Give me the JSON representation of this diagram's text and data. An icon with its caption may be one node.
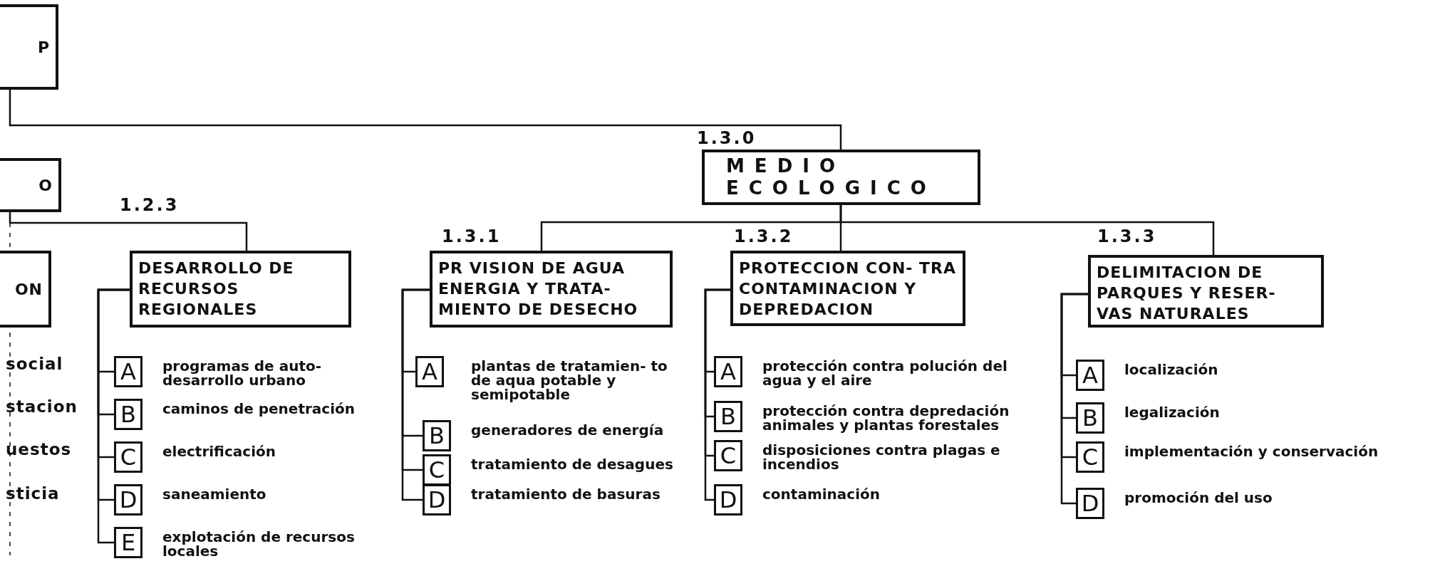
{
  "diagram": {
    "nodes": [
      {
        "text": [
          "P"
        ]
      },
      {
        "text": [
          "O"
        ]
      },
      {
        "text": [
          "ON"
        ]
      },
      {
        "text": [
          "MEDIO ECOLOGICO"
        ],
        "beside": [
          "1.3.0"
        ]
      },
      {
        "text": [
          "DESARROLLO DE RECURSOS REGIONALES"
        ],
        "beside": [
          "1.2.3"
        ]
      },
      {
        "text": [
          "PR VISION DE AGUA ENERGIA Y TRATA- MIENTO DE DESECHO"
        ],
        "beside": [
          "1.3.1"
        ]
      },
      {
        "text": [
          "PROTECCION CON- TRA CONTAMINACION Y DEPREDACION"
        ],
        "beside": [
          "1.3.2"
        ]
      },
      {
        "text": [
          "DELIMITACION DE PARQUES Y RESER- VAS NATURALES"
        ],
        "beside": [
          "1.3.3"
        ]
      },
      {
        "text": [
          "A"
        ],
        "beside": [
          "programas de auto- desarrollo urbano"
        ]
      },
      {
        "text": [
          "B"
        ],
        "beside": [
          "caminos de penetración"
        ]
      },
      {
        "text": [
          "C"
        ],
        "beside": [
          "electrificación"
        ]
      },
      {
        "text": [
          "D"
        ],
        "beside": [
          "saneamiento"
        ]
      },
      {
        "text": [
          "E"
        ],
        "beside": [
          "explotación de recursos locales"
        ]
      },
      {
        "text": [
          "A"
        ],
        "beside": [
          "plantas de tratamien- to de aqua potable y semipotable"
        ]
      },
      {
        "text": [
          "B"
        ],
        "beside": [
          "generadores de energía"
        ]
      },
      {
        "text": [
          "C"
        ],
        "beside": [
          "tratamiento de desagues"
        ]
      },
      {
        "text": [
          "D"
        ],
        "beside": [
          "tratamiento de basuras"
        ]
      },
      {
        "text": [
          "A"
        ],
        "beside": [
          "protección contra polución del agua y el aire"
        ]
      },
      {
        "text": [
          "B"
        ],
        "beside": [
          "protección contra depredación animales y plantas forestales"
        ]
      },
      {
        "text": [
          "C"
        ],
        "beside": [
          "disposiciones contra plagas e incendios"
        ]
      },
      {
        "text": [
          "D"
        ],
        "beside": [
          "contaminación"
        ]
      },
      {
        "text": [
          "A"
        ],
        "beside": [
          "localización"
        ]
      },
      {
        "text": [
          "B"
        ],
        "beside": [
          "legalización"
        ]
      },
      {
        "text": [
          "C"
        ],
        "beside": [
          "implementación y conservación"
        ]
      },
      {
        "text": [
          "D"
        ],
        "beside": [
          "promoción del uso"
        ]
      }
    ],
    "edges": [
      {
        "from": 0,
        "to": 3,
        "arrow": "none"
      },
      {
        "from": 1,
        "to": 4,
        "arrow": "none"
      },
      {
        "from": 3,
        "to": 5,
        "arrow": "none"
      },
      {
        "from": 3,
        "to": 6,
        "arrow": "none"
      },
      {
        "from": 3,
        "to": 7,
        "arrow": "none"
      },
      {
        "from": 4,
        "to": 8,
        "arrow": "none"
      },
      {
        "from": 4,
        "to": 9,
        "arrow": "none"
      },
      {
        "from": 4,
        "to": 10,
        "arrow": "none"
      },
      {
        "from": 4,
        "to": 11,
        "arrow": "none"
      },
      {
        "from": 4,
        "to": 12,
        "arrow": "none"
      },
      {
        "from": 5,
        "to": 13,
        "arrow": "none"
      },
      {
        "from": 5,
        "to": 14,
        "arrow": "none"
      },
      {
        "from": 5,
        "to": 15,
        "arrow": "none"
      },
      {
        "from": 5,
        "to": 16,
        "arrow": "none"
      },
      {
        "from": 6,
        "to": 17,
        "arrow": "none"
      },
      {
        "from": 6,
        "to": 18,
        "arrow": "none"
      },
      {
        "from": 6,
        "to": 19,
        "arrow": "none"
      },
      {
        "from": 6,
        "to": 20,
        "arrow": "none"
      },
      {
        "from": 7,
        "to": 21,
        "arrow": "none"
      },
      {
        "from": 7,
        "to": 22,
        "arrow": "none"
      },
      {
        "from": 7,
        "to": 23,
        "arrow": "none"
      },
      {
        "from": 7,
        "to": 24,
        "arrow": "none"
      }
    ],
    "labels": [
      "social",
      "stacion",
      "uestos",
      "sticia"
    ]
  }
}
